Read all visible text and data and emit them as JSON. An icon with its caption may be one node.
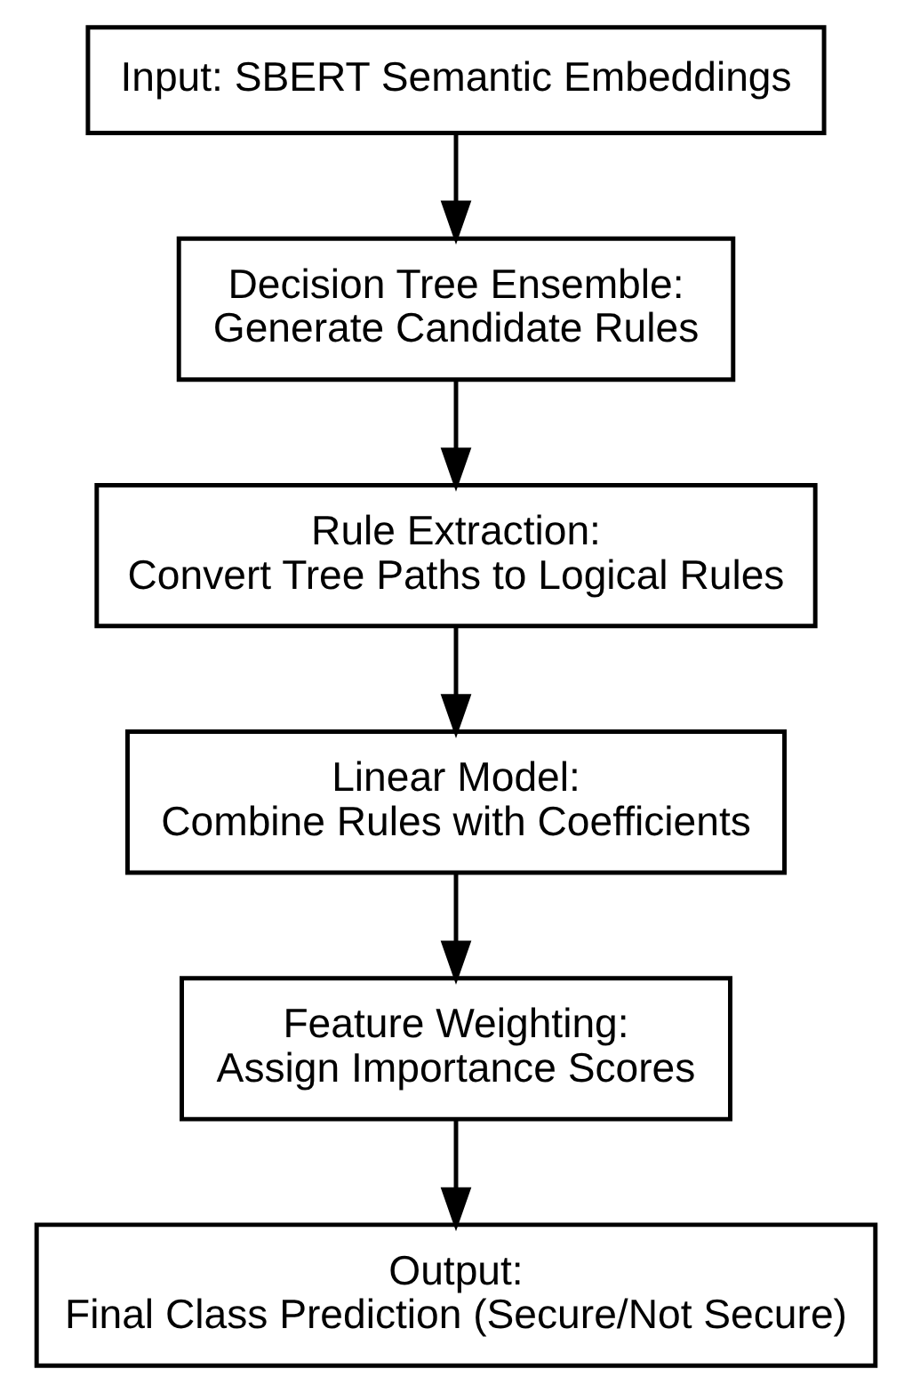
{
  "diagram": {
    "nodes": [
      {
        "text": [
          "Input: SBERT Semantic Embeddings"
        ]
      },
      {
        "text": [
          "Decision Tree Ensemble:",
          "Generate Candidate Rules"
        ]
      },
      {
        "text": [
          "Rule Extraction:",
          "Convert Tree Paths to Logical Rules"
        ]
      },
      {
        "text": [
          "Linear Model:",
          "Combine Rules with Coefficients"
        ]
      },
      {
        "text": [
          "Feature Weighting:",
          "Assign Importance Scores"
        ]
      },
      {
        "text": [
          "Output:",
          "Final Class Prediction (Secure/Not Secure)"
        ]
      }
    ],
    "edges": [
      {
        "from": 0,
        "to": 1,
        "arrow": "to"
      },
      {
        "from": 1,
        "to": 2,
        "arrow": "to"
      },
      {
        "from": 2,
        "to": 3,
        "arrow": "to"
      },
      {
        "from": 3,
        "to": 4,
        "arrow": "to"
      },
      {
        "from": 4,
        "to": 5,
        "arrow": "to"
      }
    ]
  }
}
